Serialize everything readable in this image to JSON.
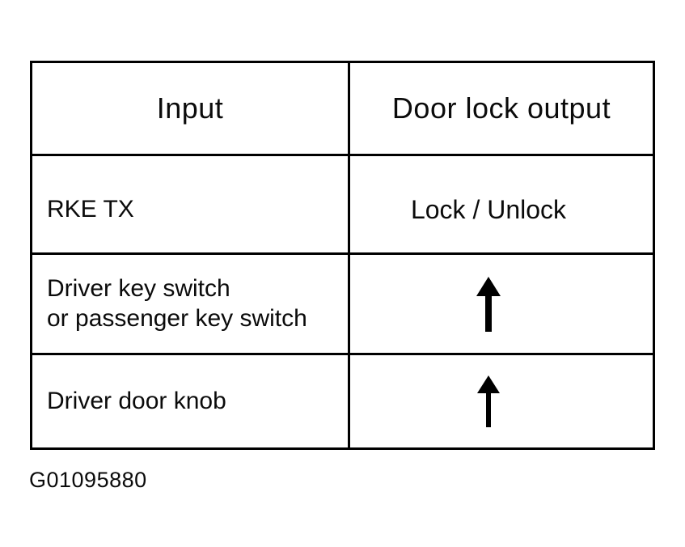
{
  "table": {
    "columns": [
      {
        "header": "Input"
      },
      {
        "header": "Door lock output"
      }
    ],
    "rows": [
      {
        "input": "RKE TX",
        "output": "Lock / Unlock",
        "output_kind": "text"
      },
      {
        "input": "Driver key switch\nor passenger key switch",
        "output": "up-arrow",
        "output_kind": "arrow"
      },
      {
        "input": "Driver door knob",
        "output": "up-arrow",
        "output_kind": "arrow"
      }
    ]
  },
  "caption": "G01095880",
  "icons": {
    "up_arrow_glyph": "↑"
  },
  "colors": {
    "background": "#ffffff",
    "border": "#000000",
    "text": "#0b0b0b"
  }
}
